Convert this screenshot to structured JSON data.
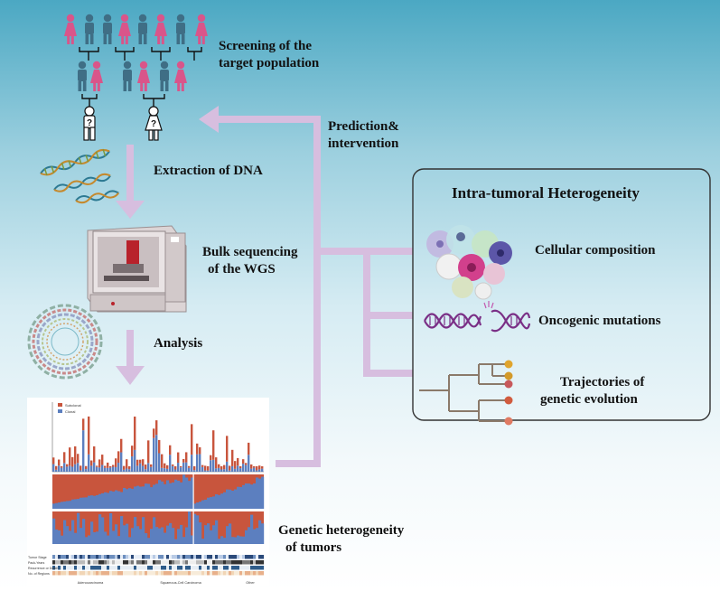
{
  "steps": {
    "screening": {
      "line1": "Screening of the",
      "line2": "target population"
    },
    "extraction": "Extraction of DNA",
    "sequencing": {
      "line1": "Bulk sequencing",
      "line2": "of the WGS"
    },
    "analysis": "Analysis",
    "heterogeneity": {
      "line1": "Genetic heterogeneity",
      "line2": "of tumors"
    },
    "prediction": {
      "line1": "Prediction&",
      "line2": "intervention"
    }
  },
  "panel": {
    "title": "Intra-tumoral Heterogeneity",
    "items": [
      {
        "label": "Cellular composition",
        "icon": "cell-cluster-icon"
      },
      {
        "label": "Oncogenic mutations",
        "icon": "dna-break-icon"
      },
      {
        "label1": "Trajectories of",
        "label2": "genetic evolution",
        "icon": "phylogenetic-tree-icon"
      }
    ]
  },
  "figure": {
    "legend": [
      "Subclonal",
      "Clonal"
    ],
    "rows": [
      "Tumor Stage",
      "Pack-Years",
      "Recurrence or Death",
      "No. of Regions"
    ],
    "groups": [
      "Adenocarcinoma",
      "Squamous-Cell Carcinoma",
      "Other"
    ]
  },
  "colors": {
    "arrow": "#d7bedf",
    "female": "#d9558a",
    "male": "#3f6e85",
    "red": "#c8553d",
    "blue": "#5c7fbf"
  }
}
